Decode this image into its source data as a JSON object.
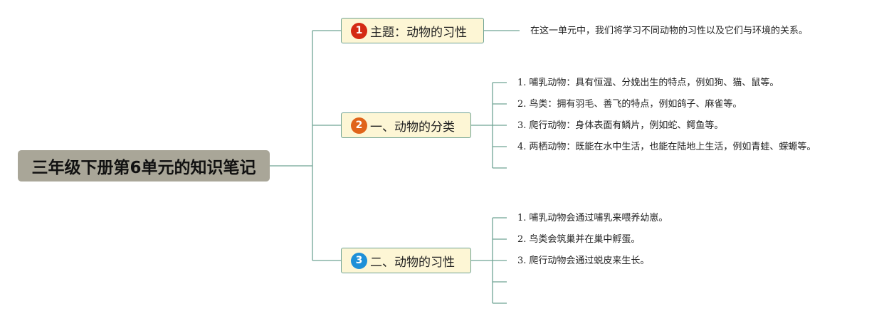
{
  "root": {
    "title": "三年级下册第6单元的知识笔记"
  },
  "colors": {
    "line": "#6fa394",
    "root_bg": "#a9a698",
    "branch_bg": "#fdf6d5"
  },
  "branches": [
    {
      "badge": "1",
      "badge_color": "#d42a14",
      "label": "主题：动物的习性",
      "items": [
        {
          "num": "",
          "text": "在这一单元中，我们将学习不同动物的习性以及它们与环境的关系。"
        }
      ]
    },
    {
      "badge": "2",
      "badge_color": "#e0641a",
      "label": "一、动物的分类",
      "items": [
        {
          "num": "1.",
          "text": "哺乳动物：具有恒温、分娩出生的特点，例如狗、猫、鼠等。"
        },
        {
          "num": "2.",
          "text": "鸟类：拥有羽毛、善飞的特点，例如鸽子、麻雀等。"
        },
        {
          "num": "3.",
          "text": "爬行动物：身体表面有鳞片，例如蛇、鳄鱼等。"
        },
        {
          "num": "4.",
          "text": "两栖动物：既能在水中生活，也能在陆地上生活，例如青蛙、蝾螈等。"
        }
      ]
    },
    {
      "badge": "3",
      "badge_color": "#1e90d8",
      "label": "二、动物的习性",
      "items": [
        {
          "num": "1.",
          "text": "哺乳动物会通过哺乳来喂养幼崽。"
        },
        {
          "num": "2.",
          "text": "鸟类会筑巢并在巢中孵蛋。"
        },
        {
          "num": "3.",
          "text": "爬行动物会通过蜕皮来生长。"
        }
      ]
    }
  ]
}
